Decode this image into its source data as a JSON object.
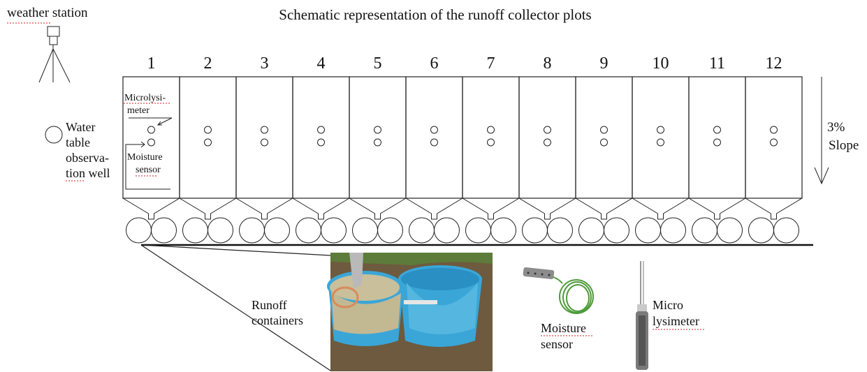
{
  "title": "Schematic representation of the runoff collector plots",
  "weather_station": {
    "label": "weather station"
  },
  "water_table": {
    "lines": [
      "Water",
      "table",
      "observa-",
      "tion well"
    ]
  },
  "plots": {
    "numbers": [
      "1",
      "2",
      "3",
      "4",
      "5",
      "6",
      "7",
      "8",
      "9",
      "10",
      "11",
      "12"
    ]
  },
  "annotations": {
    "microlysimeter": [
      "Microlysi-",
      "meter"
    ],
    "moisture_sensor": [
      "Moisture",
      "sensor"
    ]
  },
  "slope": {
    "lines": [
      "3%",
      "Slope"
    ]
  },
  "photos": {
    "runoff_containers": [
      "Runoff",
      "containers"
    ],
    "moisture_sensor": [
      "Moisture",
      "sensor"
    ],
    "micro_lysimeter": [
      "Micro",
      "lysimeter"
    ]
  },
  "colors": {
    "container_blue": "#3aa6d8",
    "muddy_water": "#c9bf9a",
    "soil": "#6e5a3e",
    "grass": "#5d7b3a",
    "sensor_cable": "#4e9a3a"
  }
}
